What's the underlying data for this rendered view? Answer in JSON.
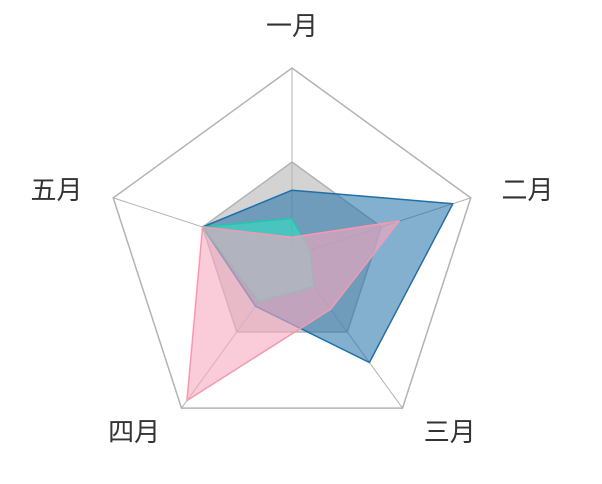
{
  "chart_data": {
    "type": "radar",
    "indicators": [
      "一月",
      "二月",
      "三月",
      "四月",
      "五月"
    ],
    "max": 100,
    "split_number": 2,
    "grid": true,
    "legend": "none",
    "split_area_color": "#d3d3d3",
    "grid_line_color": "#b3b3b3",
    "series": [
      {
        "values": [
          35,
          90,
          70,
          33,
          50
        ],
        "color": "#1f6fa8",
        "fill": "#1f6fa8"
      },
      {
        "values": [
          20,
          10,
          20,
          30,
          50
        ],
        "color": "#20c8a8",
        "fill": "#30e0c0"
      },
      {
        "values": [
          10,
          60,
          35,
          95,
          50
        ],
        "color": "#f598b0",
        "fill": "#f7a9bf"
      }
    ]
  }
}
